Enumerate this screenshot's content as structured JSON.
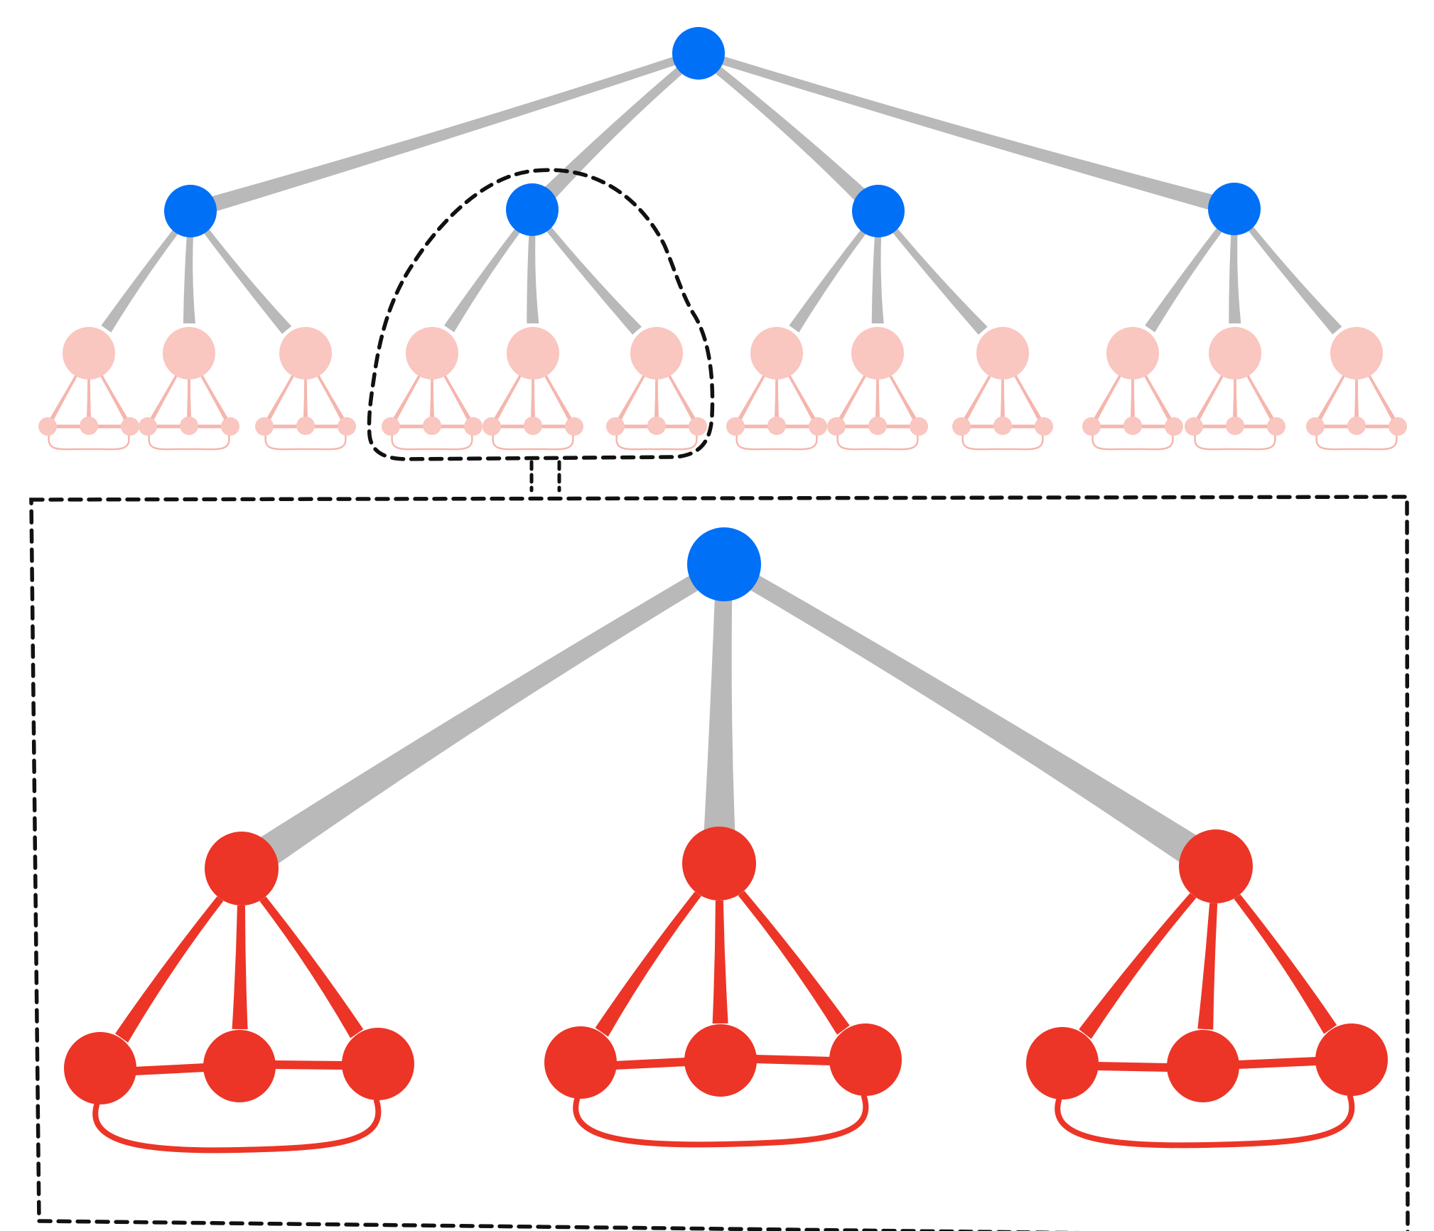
{
  "colors": {
    "background": "#ffffff",
    "hub_node": "#0070f7",
    "hub_edge": "#b9b9b9",
    "leaf_node": "#ec3526",
    "leaf_node_faded": "#f9c6c0",
    "leaf_edge_faded": "#f5b6ad",
    "outline": "#111111"
  },
  "overview": {
    "groups": 4,
    "clusters_per_group": 3,
    "nodes_per_cluster": 4,
    "highlighted_group": 2
  },
  "zoom": {
    "clusters": 3,
    "nodes_per_cluster": 4
  }
}
